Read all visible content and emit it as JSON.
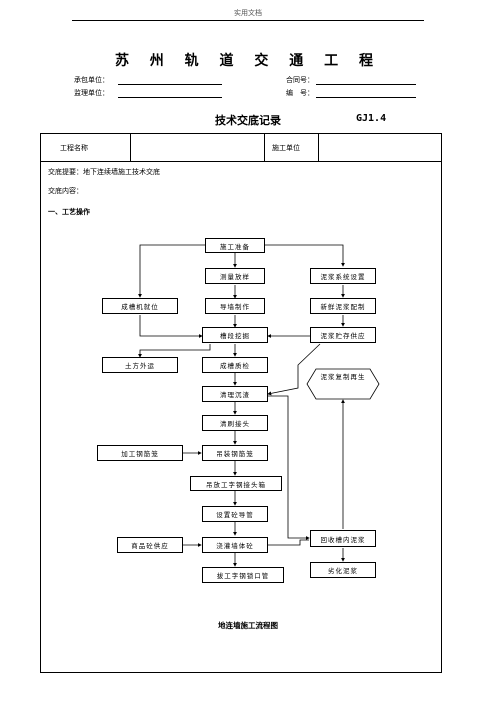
{
  "page": {
    "header_note": "实用文档",
    "project_title": "苏 州 轨 道 交 通 工 程",
    "contractor_label": "承包单位：",
    "contract_no_label": "合同号：",
    "supervisor_label": "监理单位：",
    "number_label": "编　号："
  },
  "document": {
    "title": "技术交底记录",
    "code": "GJ1.4"
  },
  "table": {
    "project_name_label": "工程名称",
    "construction_unit_label": "施工单位",
    "brief_label": "交底提要：地下连续墙施工技术交底",
    "content_label": "交底内容：",
    "section_label": "一、工艺操作"
  },
  "flowchart": {
    "caption": "地连墙施工流程图",
    "nodes": {
      "prep": "施工准备",
      "survey": "测量放样",
      "guide_wall": "导墙制作",
      "trench_machine": "成槽机就位",
      "slurry_system": "泥浆系统设置",
      "new_slurry": "新鲜泥浆配制",
      "slurry_supply": "泥浆贮存供应",
      "trench_dig": "槽段挖掘",
      "earth_out": "土方外运",
      "trench_check": "成槽质检",
      "slurry_recycle": "泥浆复制再生",
      "clean_bottom": "清理沉渣",
      "brush_joint": "清刷接头",
      "rebar_make": "加工钢筋笼",
      "rebar_lift": "吊装钢筋笼",
      "steel_joint": "吊放工字钢接头箱",
      "tremie": "设置砼导管",
      "concrete_supply": "商品砼供应",
      "pour": "浇灌墙体砼",
      "recover_slurry": "回收槽内泥浆",
      "bad_slurry": "劣化泥浆",
      "pull_steel": "拔工字钢锁口管"
    }
  }
}
